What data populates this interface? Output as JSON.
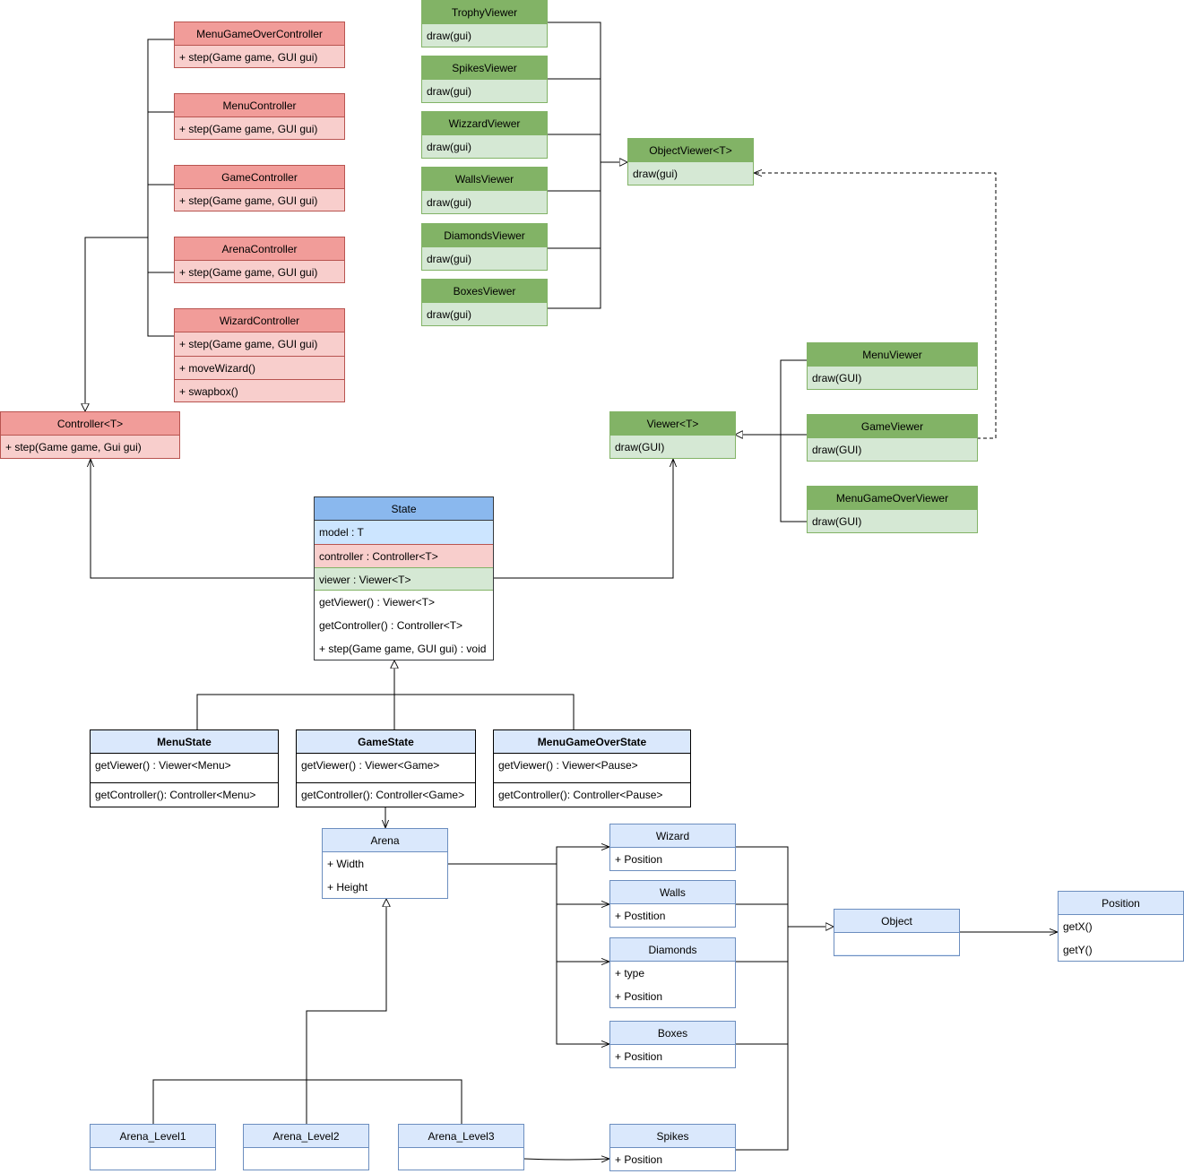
{
  "controllers": [
    {
      "name": "MenuGameOverController",
      "members": [
        "+ step(Game game, GUI gui)"
      ]
    },
    {
      "name": "MenuController",
      "members": [
        "+ step(Game game, GUI gui)"
      ]
    },
    {
      "name": "GameController",
      "members": [
        "+ step(Game game, GUI gui)"
      ]
    },
    {
      "name": "ArenaController",
      "members": [
        "+ step(Game game, GUI gui)"
      ]
    },
    {
      "name": "WizardController",
      "members": [
        "+ step(Game game, GUI gui)",
        "+ moveWizard()",
        "+ swapbox()"
      ]
    }
  ],
  "controller_base": {
    "name": "Controller<T>",
    "members": [
      "+ step(Game game, Gui gui)"
    ]
  },
  "object_viewers": [
    {
      "name": "TrophyViewer",
      "members": [
        "draw(gui)"
      ]
    },
    {
      "name": "SpikesViewer",
      "members": [
        "draw(gui)"
      ]
    },
    {
      "name": "WizzardViewer",
      "members": [
        "draw(gui)"
      ]
    },
    {
      "name": "WallsViewer",
      "members": [
        "draw(gui)"
      ]
    },
    {
      "name": "DiamondsViewer",
      "members": [
        "draw(gui)"
      ]
    },
    {
      "name": "BoxesViewer",
      "members": [
        "draw(gui)"
      ]
    }
  ],
  "object_viewer_base": {
    "name": "ObjectViewer<T>",
    "members": [
      "draw(gui)"
    ]
  },
  "screen_viewers": [
    {
      "name": "MenuViewer",
      "members": [
        "draw(GUI)"
      ]
    },
    {
      "name": "GameViewer",
      "members": [
        "draw(GUI)"
      ]
    },
    {
      "name": "MenuGameOverViewer",
      "members": [
        "draw(GUI)"
      ]
    }
  ],
  "viewer_base": {
    "name": "Viewer<T>",
    "members": [
      "draw(GUI)"
    ]
  },
  "state": {
    "name": "State",
    "model": "model : T",
    "controller": "controller : Controller<T>",
    "viewer": "viewer : Viewer<T>",
    "methods": [
      "getViewer() : Viewer<T>",
      "getController() : Controller<T>",
      "+ step(Game game, GUI gui) : void"
    ]
  },
  "states": [
    {
      "name": "MenuState",
      "members": [
        "getViewer() : Viewer<Menu>",
        "getController(): Controller<Menu>"
      ]
    },
    {
      "name": "GameState",
      "members": [
        "getViewer() : Viewer<Game>",
        "getController(): Controller<Game>"
      ]
    },
    {
      "name": "MenuGameOverState",
      "members": [
        "getViewer() : Viewer<Pause>",
        "getController(): Controller<Pause>"
      ]
    }
  ],
  "arena": {
    "name": "Arena",
    "members": [
      "+ Width",
      "+ Height"
    ]
  },
  "levels": [
    {
      "name": "Arena_Level1"
    },
    {
      "name": "Arena_Level2"
    },
    {
      "name": "Arena_Level3"
    }
  ],
  "game_objects": [
    {
      "name": "Wizard",
      "members": [
        "+ Position"
      ]
    },
    {
      "name": "Walls",
      "members": [
        "+ Postition"
      ]
    },
    {
      "name": "Diamonds",
      "members": [
        "+ type",
        "+ Position"
      ]
    },
    {
      "name": "Boxes",
      "members": [
        "+ Position"
      ]
    },
    {
      "name": "Spikes",
      "members": [
        "+ Position"
      ]
    }
  ],
  "object": {
    "name": "Object"
  },
  "position": {
    "name": "Position",
    "members": [
      "getX()",
      "getY()"
    ]
  }
}
